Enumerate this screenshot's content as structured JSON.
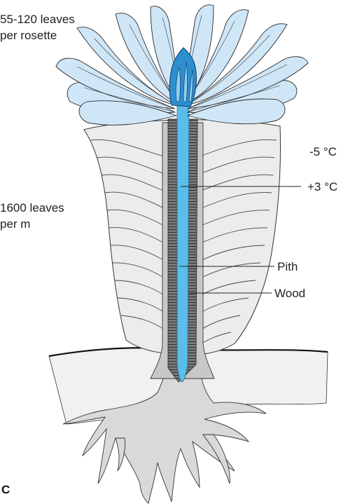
{
  "labels": {
    "rosette_leaves_line1": "55-120 leaves",
    "rosette_leaves_line2": "per rosette",
    "stem_leaves_line1": "1600 leaves",
    "stem_leaves_line2": "per m",
    "outer_temp": "-5 °C",
    "inner_temp": "+3 °C",
    "pith": "Pith",
    "wood": "Wood",
    "panel": "C"
  },
  "colors": {
    "rosette_leaf": "#cfe6f7",
    "dead_leaf": "#ececec",
    "stem_wood": "#6b6b6b",
    "pith": "#5bbde9",
    "bud": "#2d8fd0",
    "soil": "#f1f1f1",
    "roots": "#d9d9d9",
    "outline": "#333333"
  }
}
